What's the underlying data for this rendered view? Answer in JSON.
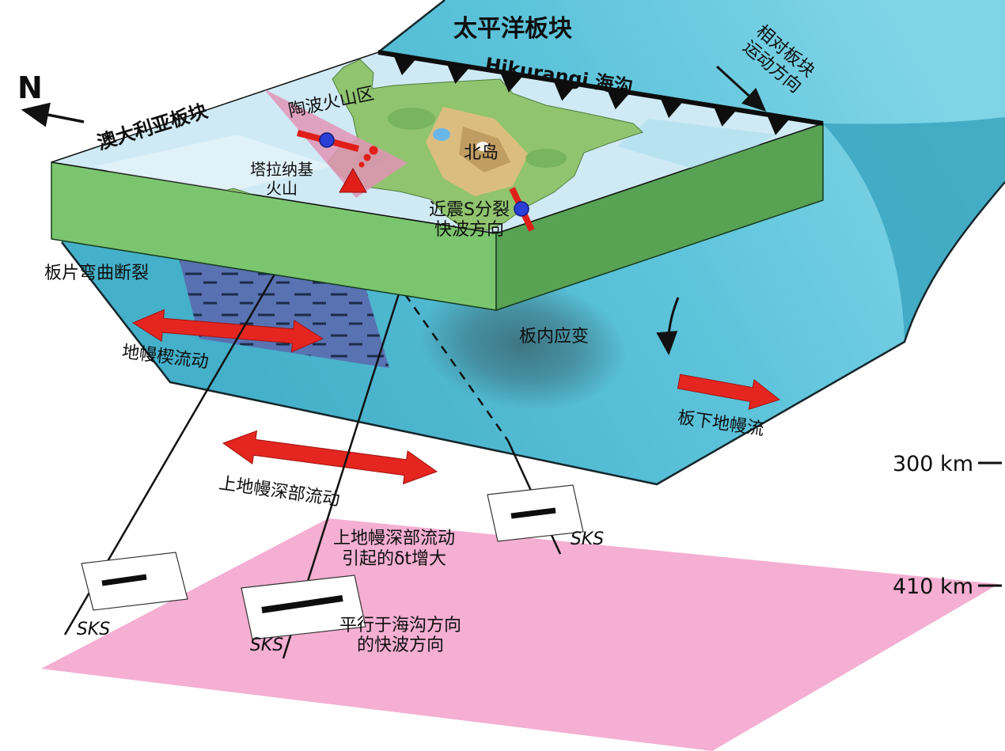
{
  "diagram": {
    "compass_north": "N",
    "plates": {
      "pacific": "太平洋板块",
      "australian": "澳大利亚板块",
      "trench": "Hikurangi 海沟",
      "relative_motion_l1": "相对板块",
      "relative_motion_l2": "运动方向"
    },
    "map": {
      "volcanic_zone": "陶波火山区",
      "north_island": "北岛",
      "taranaki_l1": "塔拉纳基",
      "taranaki_l2": "火山",
      "local_s_l1": "近震S分裂",
      "local_s_l2": "快波方向"
    },
    "mantle": {
      "slab_bending": "板片弯曲断裂",
      "wedge_flow": "地幔楔流动",
      "intraplate_strain": "板内应变",
      "subslab_flow": "板下地幔流",
      "deep_flow": "上地幔深部流动",
      "dt_l1": "上地幔深部流动",
      "dt_l2": "引起的δt增大",
      "trench_parallel_l1": "平行于海沟方向",
      "trench_parallel_l2": "的快波方向"
    },
    "seismic": {
      "sks_left": "SKS",
      "sks_middle": "SKS",
      "sks_right": "SKS"
    },
    "depth_scale": {
      "d300": "300 km",
      "d410": "410 km"
    },
    "colors": {
      "plate_cyan": "#5cc3da",
      "plate_cyan_dark": "#3ba4c0",
      "crust_green": "#7cc56f",
      "crust_green_dark": "#58a254",
      "deep_plane_pink": "#f4afd2",
      "volcanic_zone_pink": "#e294b6",
      "arrow_red": "#e52520",
      "station_blue": "#2b3fd6",
      "fracture_zone_navy": "#5a6cb0",
      "sea_blue": "#cfeaf4",
      "island_green": "#90c46f",
      "mountain_tan": "#dcbd80"
    }
  }
}
